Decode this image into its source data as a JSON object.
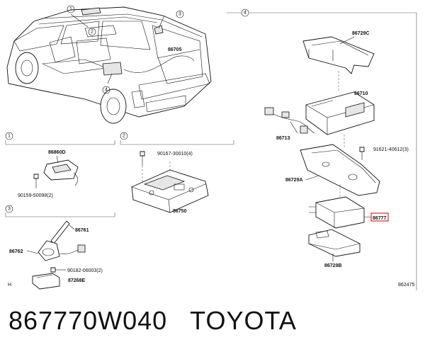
{
  "diagram": {
    "callouts": [
      "1",
      "2",
      "3",
      "4"
    ],
    "part_numbers": {
      "p86705": "86705",
      "p86729C": "86729C",
      "p86710": "86710",
      "p86713": "86713",
      "p91621": "91621-40612(3)",
      "p86729A": "86729A",
      "p86777": "86777",
      "p86729B": "86729B",
      "p86860D": "86860D",
      "p90159": "90159-50098(2)",
      "p90167": "90167-30010(4)",
      "p86750": "86750",
      "p86761": "86761",
      "p86762": "86762",
      "p90182": "90182-06003(2)",
      "p87268E": "87268E"
    },
    "corner_left": "H",
    "ref_code": "862475",
    "highlight_color": "#cc0000"
  },
  "caption": {
    "part_code": "867770W040",
    "brand": "TOYOTA"
  }
}
